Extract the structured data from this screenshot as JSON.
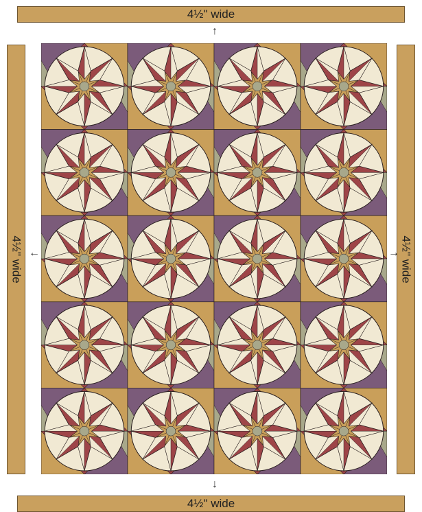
{
  "borders": {
    "top_label": "4½\" wide",
    "bottom_label": "4½\" wide",
    "left_label": "4½\" wide",
    "right_label": "4½\" wide"
  },
  "arrows": {
    "up": "↑",
    "down": "↓",
    "left": "←",
    "right": "→"
  },
  "quilt": {
    "rows": 5,
    "cols": 4
  },
  "colors": {
    "border_gold": "#c9a05e",
    "red": "#9e4548",
    "cream": "#f1e9d3",
    "purple": "#7b5b7a",
    "sage": "#a8a88b",
    "gold": "#c99f5a",
    "outline": "#2a2020"
  }
}
